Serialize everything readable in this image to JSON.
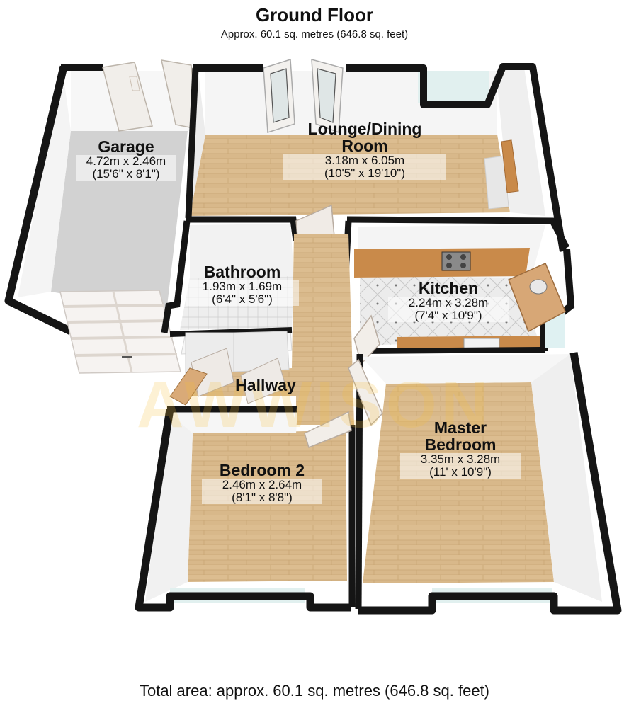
{
  "header": {
    "title": "Ground Floor",
    "subtitle": "Approx. 60.1 sq. metres (646.8 sq. feet)"
  },
  "footer": {
    "total_area": "Total area: approx. 60.1 sq. metres (646.8 sq. feet)"
  },
  "watermark": "AWWISON",
  "rooms": {
    "garage": {
      "name": "Garage",
      "metric": "4.72m x 2.46m",
      "imperial": "(15'6\" x 8'1\")"
    },
    "lounge": {
      "name_line1": "Lounge/Dining",
      "name_line2": "Room",
      "metric": "3.18m x 6.05m",
      "imperial": "(10'5\" x 19'10\")"
    },
    "bathroom": {
      "name": "Bathroom",
      "metric": "1.93m x 1.69m",
      "imperial": "(6'4\" x 5'6\")"
    },
    "kitchen": {
      "name": "Kitchen",
      "metric": "2.24m x 3.28m",
      "imperial": "(7'4\" x 10'9\")"
    },
    "hallway": {
      "name": "Hallway"
    },
    "master": {
      "name_line1": "Master",
      "name_line2": "Bedroom",
      "metric": "3.35m x 3.28m",
      "imperial": "(11' x 10'9\")"
    },
    "bedroom2": {
      "name": "Bedroom 2",
      "metric": "2.46m x 2.64m",
      "imperial": "(8'1\" x 8'8\")"
    }
  },
  "colors": {
    "wall": "#151515",
    "wood_floor": "#d9b98c",
    "garage_floor": "#cfcfcf",
    "tile_floor": "#e8e8e8",
    "wall_face": "#f4f4f4",
    "counter": "#c98a4a",
    "window": "#dff1f2"
  }
}
